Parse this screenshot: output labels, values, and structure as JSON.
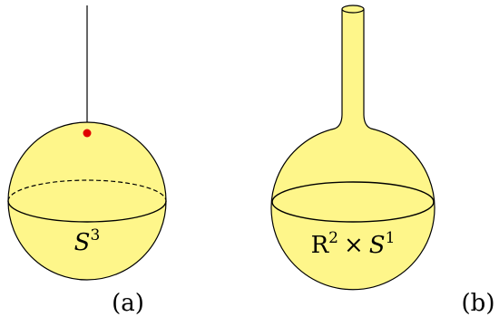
{
  "colors": {
    "fill": "#fef68a",
    "outline": "#000000",
    "point": "#e00000",
    "background": "#ffffff"
  },
  "panel_a": {
    "manifold": "S",
    "manifold_exponent": "3",
    "caption": "(a)"
  },
  "panel_b": {
    "factor1": "R",
    "factor1_exponent": "2",
    "times": "×",
    "factor2": "S",
    "factor2_exponent": "1",
    "caption": "(b)"
  }
}
